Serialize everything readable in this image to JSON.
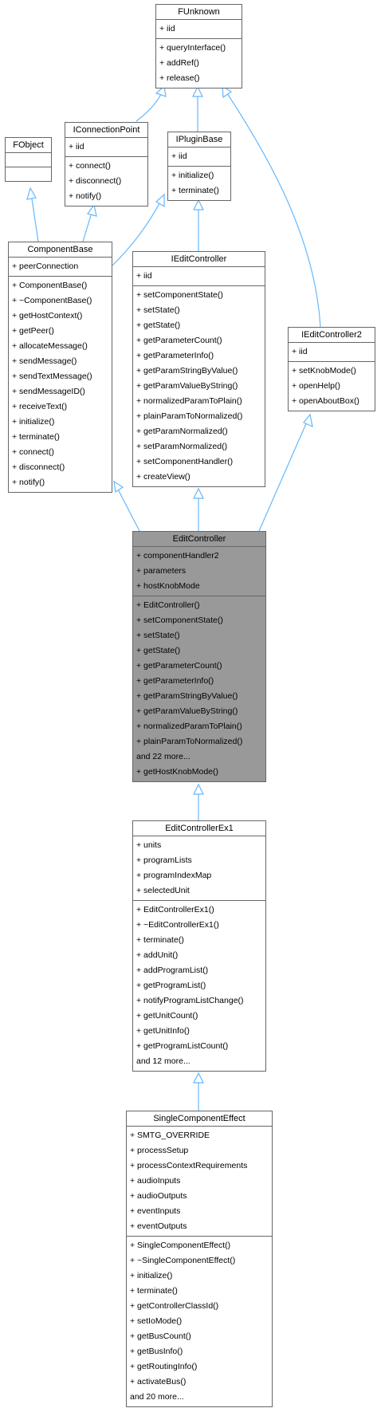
{
  "colors": {
    "edge": "#63b8ff",
    "box_border": "#666666",
    "highlight_fill": "#999999"
  },
  "classes": {
    "funknown": {
      "title": "FUnknown",
      "attributes": [
        "+ iid"
      ],
      "methods": [
        "+ queryInterface()",
        "+ addRef()",
        "+ release()"
      ]
    },
    "fobject": {
      "title": "FObject",
      "attributes": [],
      "methods": []
    },
    "iconnectionpoint": {
      "title": "IConnectionPoint",
      "attributes": [
        "+  iid"
      ],
      "methods": [
        "+  connect()",
        "+  disconnect()",
        "+  notify()"
      ]
    },
    "ipluginbase": {
      "title": "IPluginBase",
      "attributes": [
        "+ iid"
      ],
      "methods": [
        "+ initialize()",
        "+ terminate()"
      ]
    },
    "componentbase": {
      "title": "ComponentBase",
      "attributes": [
        "+ peerConnection"
      ],
      "methods": [
        "+ ComponentBase()",
        "+ ~ComponentBase()",
        "+ getHostContext()",
        "+ getPeer()",
        "+ allocateMessage()",
        "+ sendMessage()",
        "+ sendTextMessage()",
        "+ sendMessageID()",
        "+ receiveText()",
        "+ initialize()",
        "+ terminate()",
        "+ connect()",
        "+ disconnect()",
        "+ notify()"
      ]
    },
    "ieditcontroller": {
      "title": "IEditController",
      "attributes": [
        "+ iid"
      ],
      "methods": [
        "+ setComponentState()",
        "+ setState()",
        "+ getState()",
        "+ getParameterCount()",
        "+ getParameterInfo()",
        "+ getParamStringByValue()",
        "+ getParamValueByString()",
        "+ normalizedParamToPlain()",
        "+ plainParamToNormalized()",
        "+ getParamNormalized()",
        "+ setParamNormalized()",
        "+ setComponentHandler()",
        "+ createView()"
      ]
    },
    "ieditcontroller2": {
      "title": "IEditController2",
      "attributes": [
        "+ iid"
      ],
      "methods": [
        "+ setKnobMode()",
        "+ openHelp()",
        "+ openAboutBox()"
      ]
    },
    "editcontroller": {
      "title": "EditController",
      "attributes": [
        "+ componentHandler2",
        "+ parameters",
        "+ hostKnobMode"
      ],
      "methods": [
        "+ EditController()",
        "+ setComponentState()",
        "+ setState()",
        "+ getState()",
        "+ getParameterCount()",
        "+ getParameterInfo()",
        "+ getParamStringByValue()",
        "+ getParamValueByString()",
        "+ normalizedParamToPlain()",
        "+ plainParamToNormalized()",
        "   and 22 more...",
        "+ getHostKnobMode()"
      ]
    },
    "editcontrollerex1": {
      "title": "EditControllerEx1",
      "attributes": [
        "+ units",
        "+ programLists",
        "+ programIndexMap",
        "+ selectedUnit"
      ],
      "methods": [
        "+ EditControllerEx1()",
        "+ ~EditControllerEx1()",
        "+ terminate()",
        "+ addUnit()",
        "+ addProgramList()",
        "+ getProgramList()",
        "+ notifyProgramListChange()",
        "+ getUnitCount()",
        "+ getUnitInfo()",
        "+ getProgramListCount()",
        "   and 12 more..."
      ]
    },
    "singlecomponenteffect": {
      "title": "SingleComponentEffect",
      "attributes": [
        "+ SMTG_OVERRIDE",
        "+ processSetup",
        "+ processContextRequirements",
        "+ audioInputs",
        "+ audioOutputs",
        "+ eventInputs",
        "+ eventOutputs"
      ],
      "methods": [
        "+ SingleComponentEffect()",
        "+ ~SingleComponentEffect()",
        "+ initialize()",
        "+ terminate()",
        "+ getControllerClassId()",
        "+ setIoMode()",
        "+ getBusCount()",
        "+ getBusInfo()",
        "+ getRoutingInfo()",
        "+ activateBus()",
        "   and 20 more..."
      ]
    }
  }
}
